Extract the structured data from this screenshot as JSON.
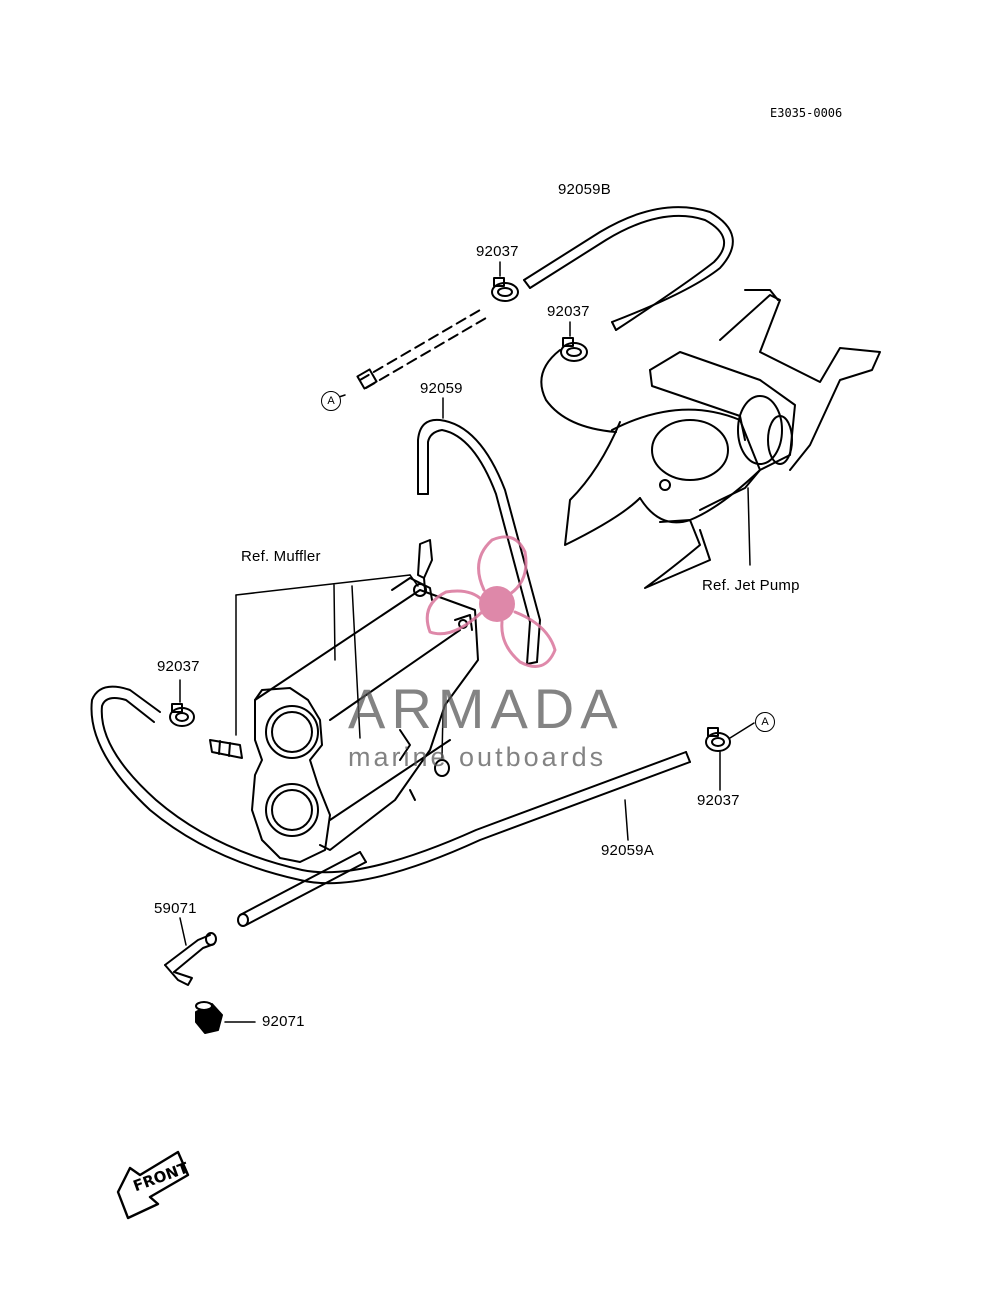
{
  "diagram_code": "E3035-0006",
  "labels": {
    "hose_92059b": "92059B",
    "clamp_top_left": "92037",
    "clamp_top_right": "92037",
    "hose_92059": "92059",
    "ref_muffler": "Ref. Muffler",
    "ref_jet_pump": "Ref. Jet Pump",
    "clamp_left": "92037",
    "clamp_right": "92037",
    "hose_92059a": "92059A",
    "fitting_59071": "59071",
    "cap_92071": "92071",
    "ref_a_top": "A",
    "ref_a_right": "A",
    "front": "FRONT"
  },
  "watermark": {
    "brand": "ARMADA",
    "tagline": "marine outboards",
    "accent_color": "#d9749b"
  }
}
